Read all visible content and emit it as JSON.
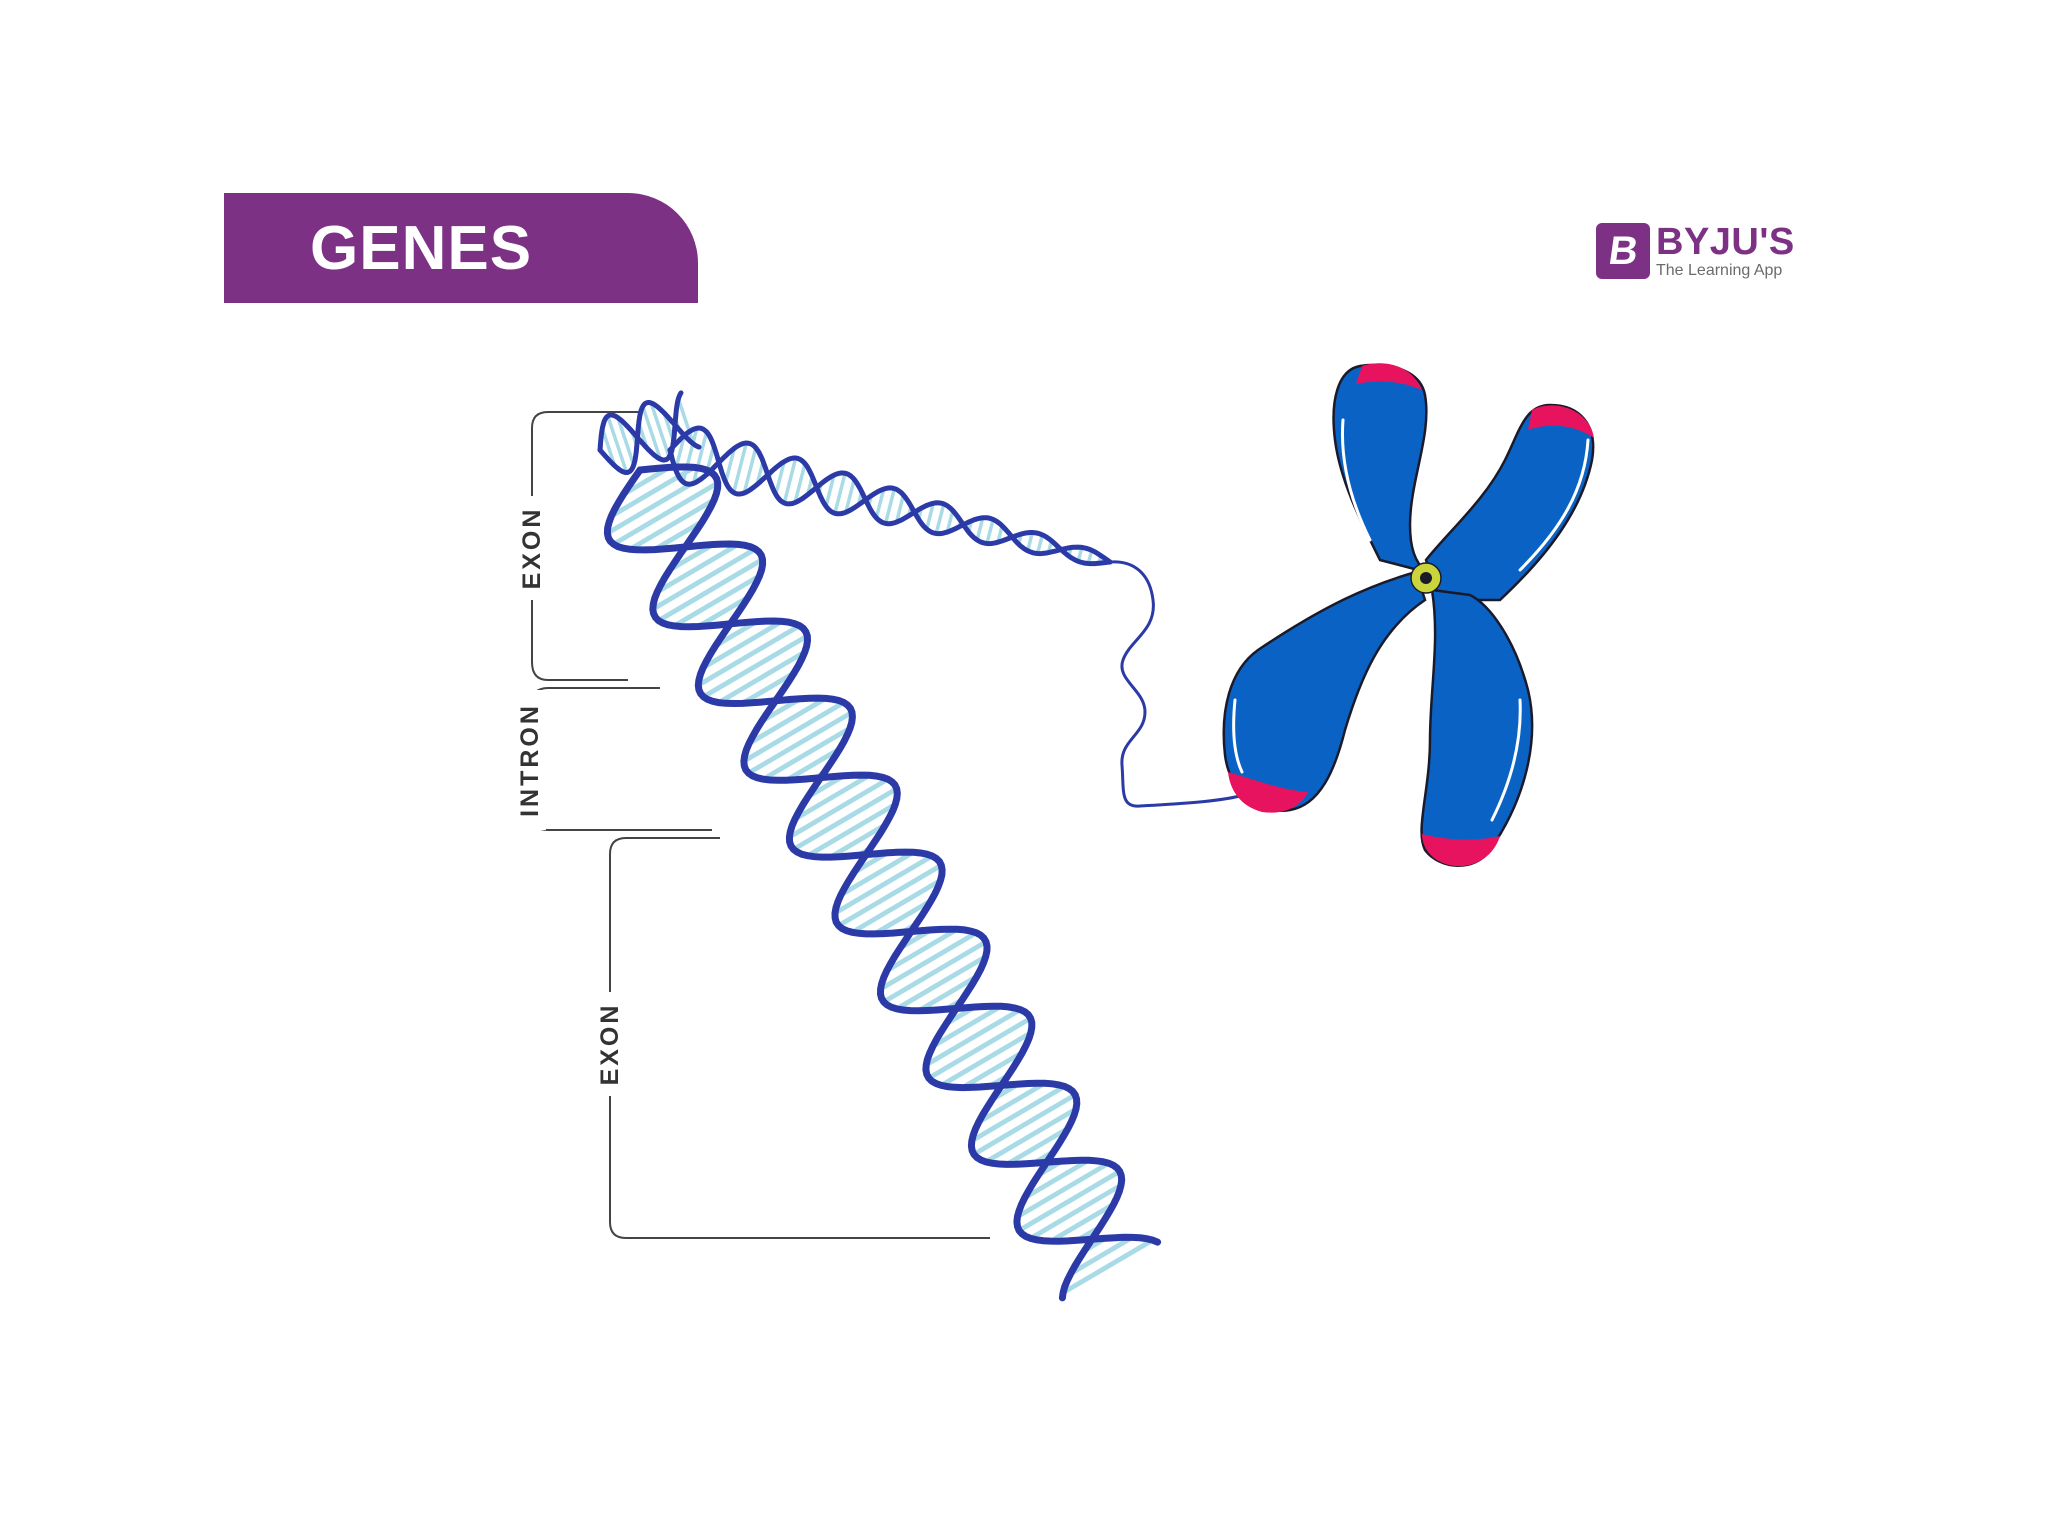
{
  "title": "GENES",
  "logo": {
    "mark": "B",
    "name": "BYJU'S",
    "tagline": "The Learning App"
  },
  "labels": {
    "exon_top": "EXON",
    "intron": "INTRON",
    "exon_bottom": "EXON"
  },
  "colors": {
    "banner": "#7d3185",
    "brand": "#7d3185",
    "dna_strand": "#2b3aa6",
    "dna_rung": "#a8dbe6",
    "chromosome": "#0a63c4",
    "telomere": "#e8135e",
    "centromere": "#c9d53a",
    "bracket": "#444444"
  }
}
